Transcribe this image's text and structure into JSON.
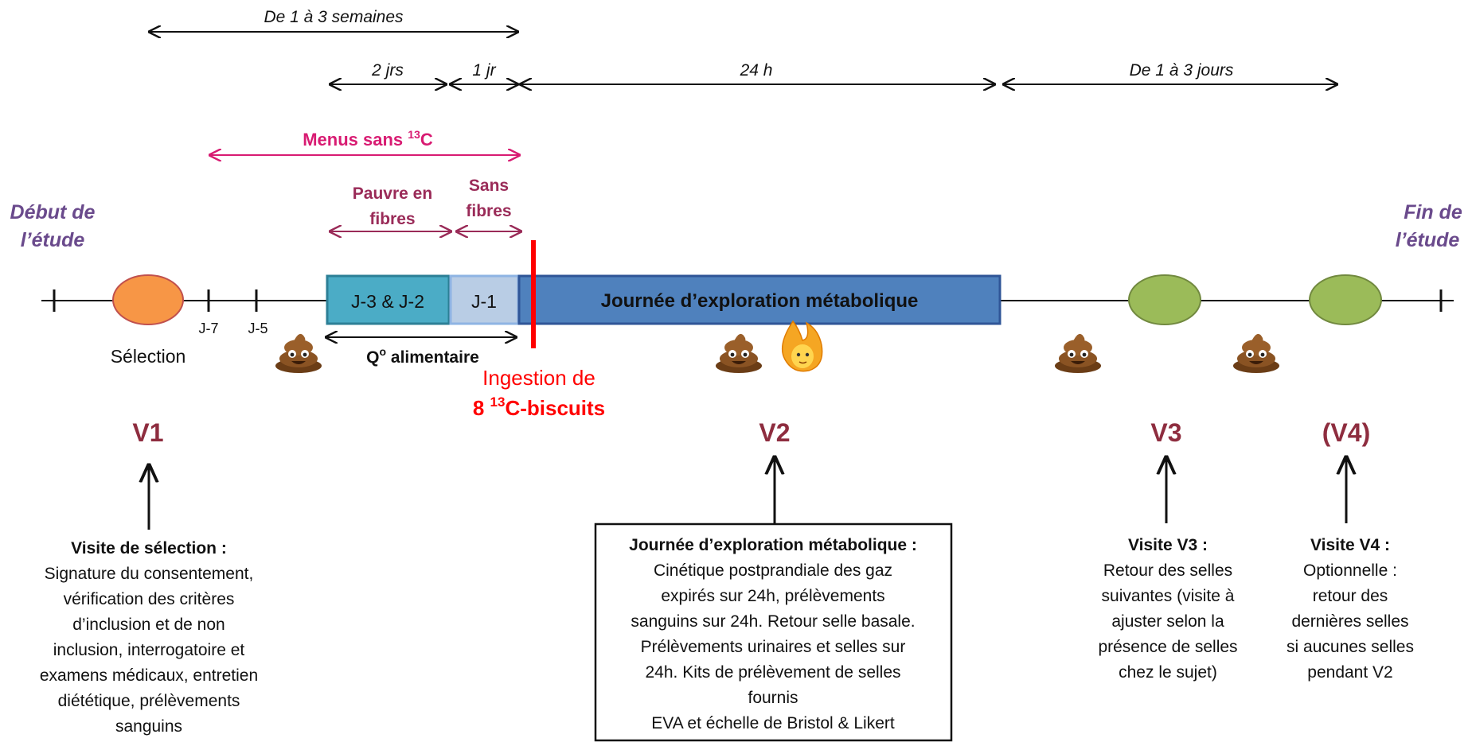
{
  "top_arrows": {
    "weeks": "De 1 à 3 semaines",
    "two_days": "2 jrs",
    "one_day": "1 jr",
    "h24": "24 h",
    "days_end": "De 1 à 3 jours"
  },
  "menus": {
    "prefix": "Menus sans ",
    "sup": "13",
    "suffix": "C"
  },
  "fiber": {
    "low_1": "Pauvre en",
    "low_2": "fibres",
    "none_1": "Sans",
    "none_2": "fibres"
  },
  "study_start": {
    "line1": "Début de",
    "line2": "l’étude"
  },
  "study_end": {
    "line1": "Fin de",
    "line2": "l’étude"
  },
  "boxes": {
    "j3j2": "J-3 & J-2",
    "j1": "J-1",
    "exploration": "Journée d’exploration métabolique"
  },
  "ticks": {
    "j7": "J-7",
    "j5": "J-5"
  },
  "selection_label": "Sélection",
  "questionnaire": {
    "q": "Q",
    "sup": "o",
    "rest": " alimentaire"
  },
  "ingestion": {
    "line1": "Ingestion de",
    "line2_prefix": "8 ",
    "line2_sup": "13",
    "line2_suffix": "C-biscuits"
  },
  "visits": {
    "v1": "V1",
    "v2": "V2",
    "v3": "V3",
    "v4": "(V4)"
  },
  "desc_v1": {
    "title": "Visite de sélection :",
    "lines": [
      "Signature du consentement,",
      "vérification des critères",
      "d’inclusion et de non",
      "inclusion, interrogatoire et",
      "examens médicaux, entretien",
      "diététique, prélèvements",
      "sanguins"
    ]
  },
  "desc_v2": {
    "title": "Journée d’exploration  métabolique :",
    "lines": [
      "Cinétique postprandiale des gaz",
      "expirés sur 24h,  prélèvements",
      "sanguins sur 24h. Retour selle basale.",
      "Prélèvements urinaires et selles sur",
      "24h. Kits de prélèvement de selles",
      "fournis",
      "EVA et échelle de Bristol & Likert"
    ]
  },
  "desc_v3": {
    "title": "Visite V3 :",
    "lines": [
      "Retour des selles",
      "suivantes (visite à",
      "ajuster selon la",
      "présence de selles",
      "chez le sujet)"
    ]
  },
  "desc_v4": {
    "title": "Visite V4 :",
    "lines": [
      "Optionnelle :",
      "retour des",
      "dernières selles",
      "si aucunes selles",
      "pendant V2"
    ]
  },
  "icons": [
    "poop-icon",
    "poop-icon",
    "flame-icon",
    "poop-icon",
    "poop-icon"
  ],
  "colors": {
    "orange_oval": "#f79646",
    "green_oval": "#9bbb59",
    "box_teal": "#4bacc6",
    "box_light": "#b9cde5",
    "box_blue": "#4f81bd",
    "ingestion_red": "#ff0000",
    "pink": "#d81b72"
  }
}
